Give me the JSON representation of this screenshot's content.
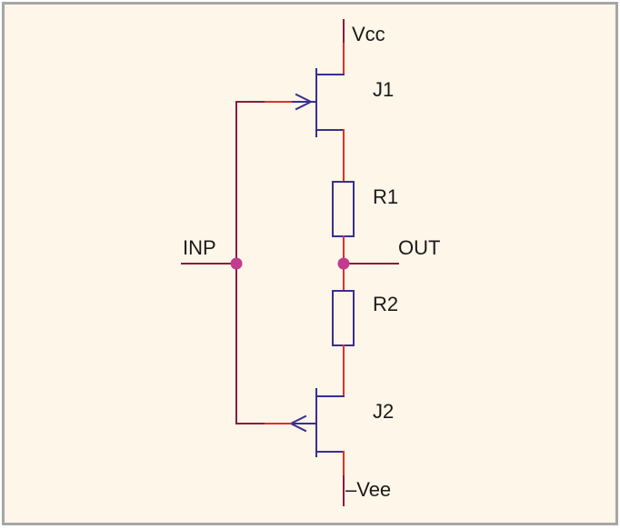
{
  "colors": {
    "background": "#fdf6e9",
    "border": "#a6a6a6",
    "wire_dark": "#8b1a3a",
    "wire_red": "#e0302a",
    "component": "#3a2f8f",
    "junction": "#c23b8f",
    "text": "#1a1a1a"
  },
  "labels": {
    "vcc": "Vcc",
    "j1": "J1",
    "r1": "R1",
    "out": "OUT",
    "inp": "INP",
    "r2": "R2",
    "j2": "J2",
    "vee": "–Vee"
  }
}
